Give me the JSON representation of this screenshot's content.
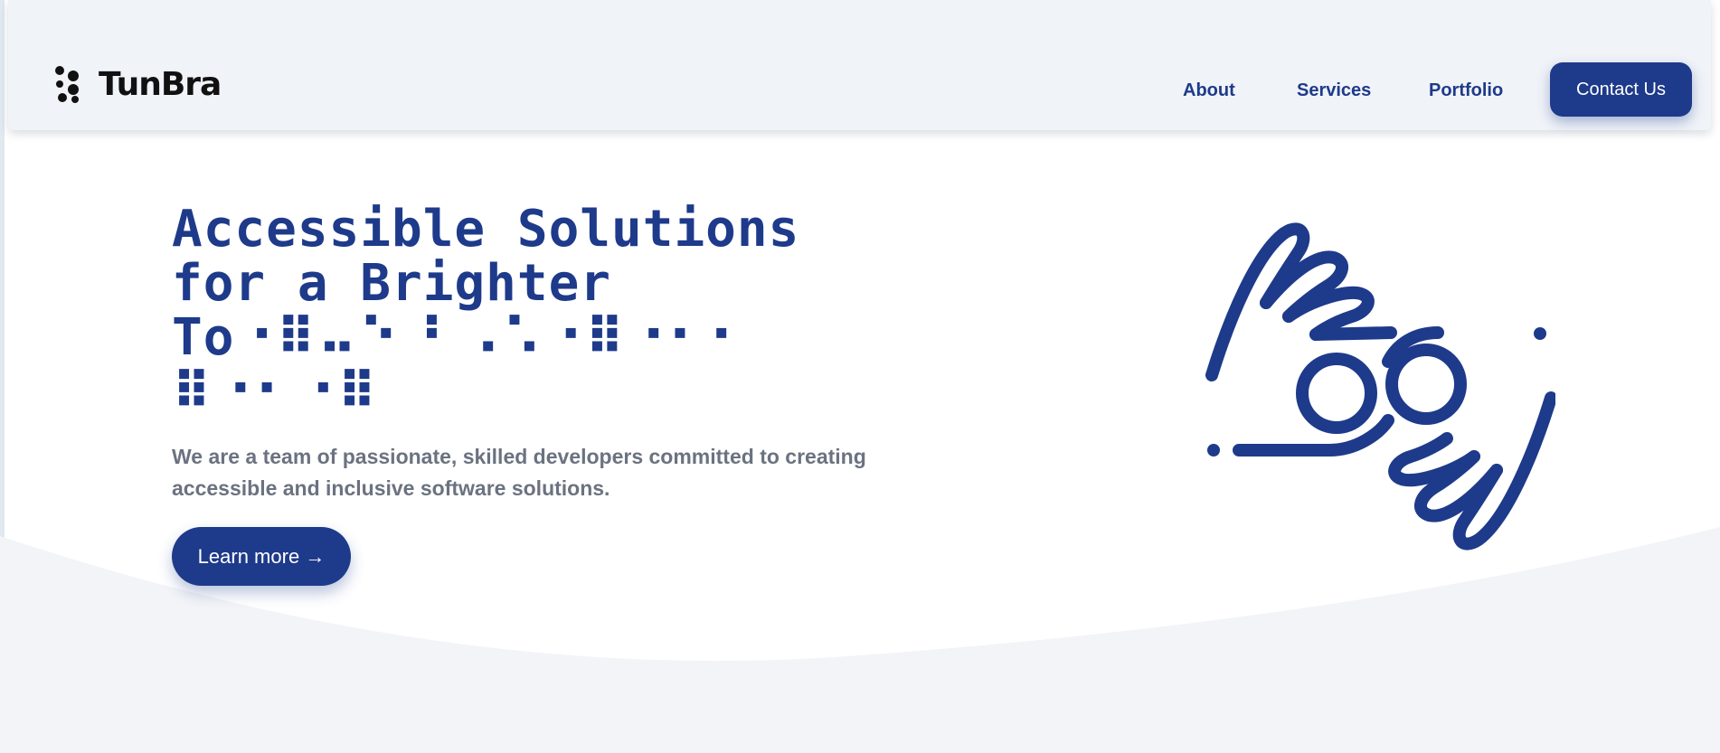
{
  "header": {
    "logo_text": "TunBra",
    "nav": {
      "about": "About",
      "services": "Services",
      "portfolio": "Portfolio",
      "contact": "Contact Us"
    }
  },
  "hero": {
    "title_line1": "Accessible Solutions",
    "title_line2": "for a Brighter",
    "title_line3_prefix": "To",
    "title_braille": "⠐⠿⠤⠑ ⠃⠠⠡⠐⠿⠐⠂⠂ ⠿⠐⠂⠐⠿",
    "description": "We are a team of passionate, skilled developers committed to creating accessible and inclusive software solutions.",
    "cta_label": "Learn more",
    "cta_arrow": "→"
  },
  "colors": {
    "brand": "#1e3a8a",
    "header_bg": "#f0f3f8",
    "body_text": "#6b7280",
    "wave_bg": "#f2f4f7"
  },
  "icons": {
    "logo": "braille-dots-icon",
    "illustration": "sign-language-hands-icon"
  }
}
